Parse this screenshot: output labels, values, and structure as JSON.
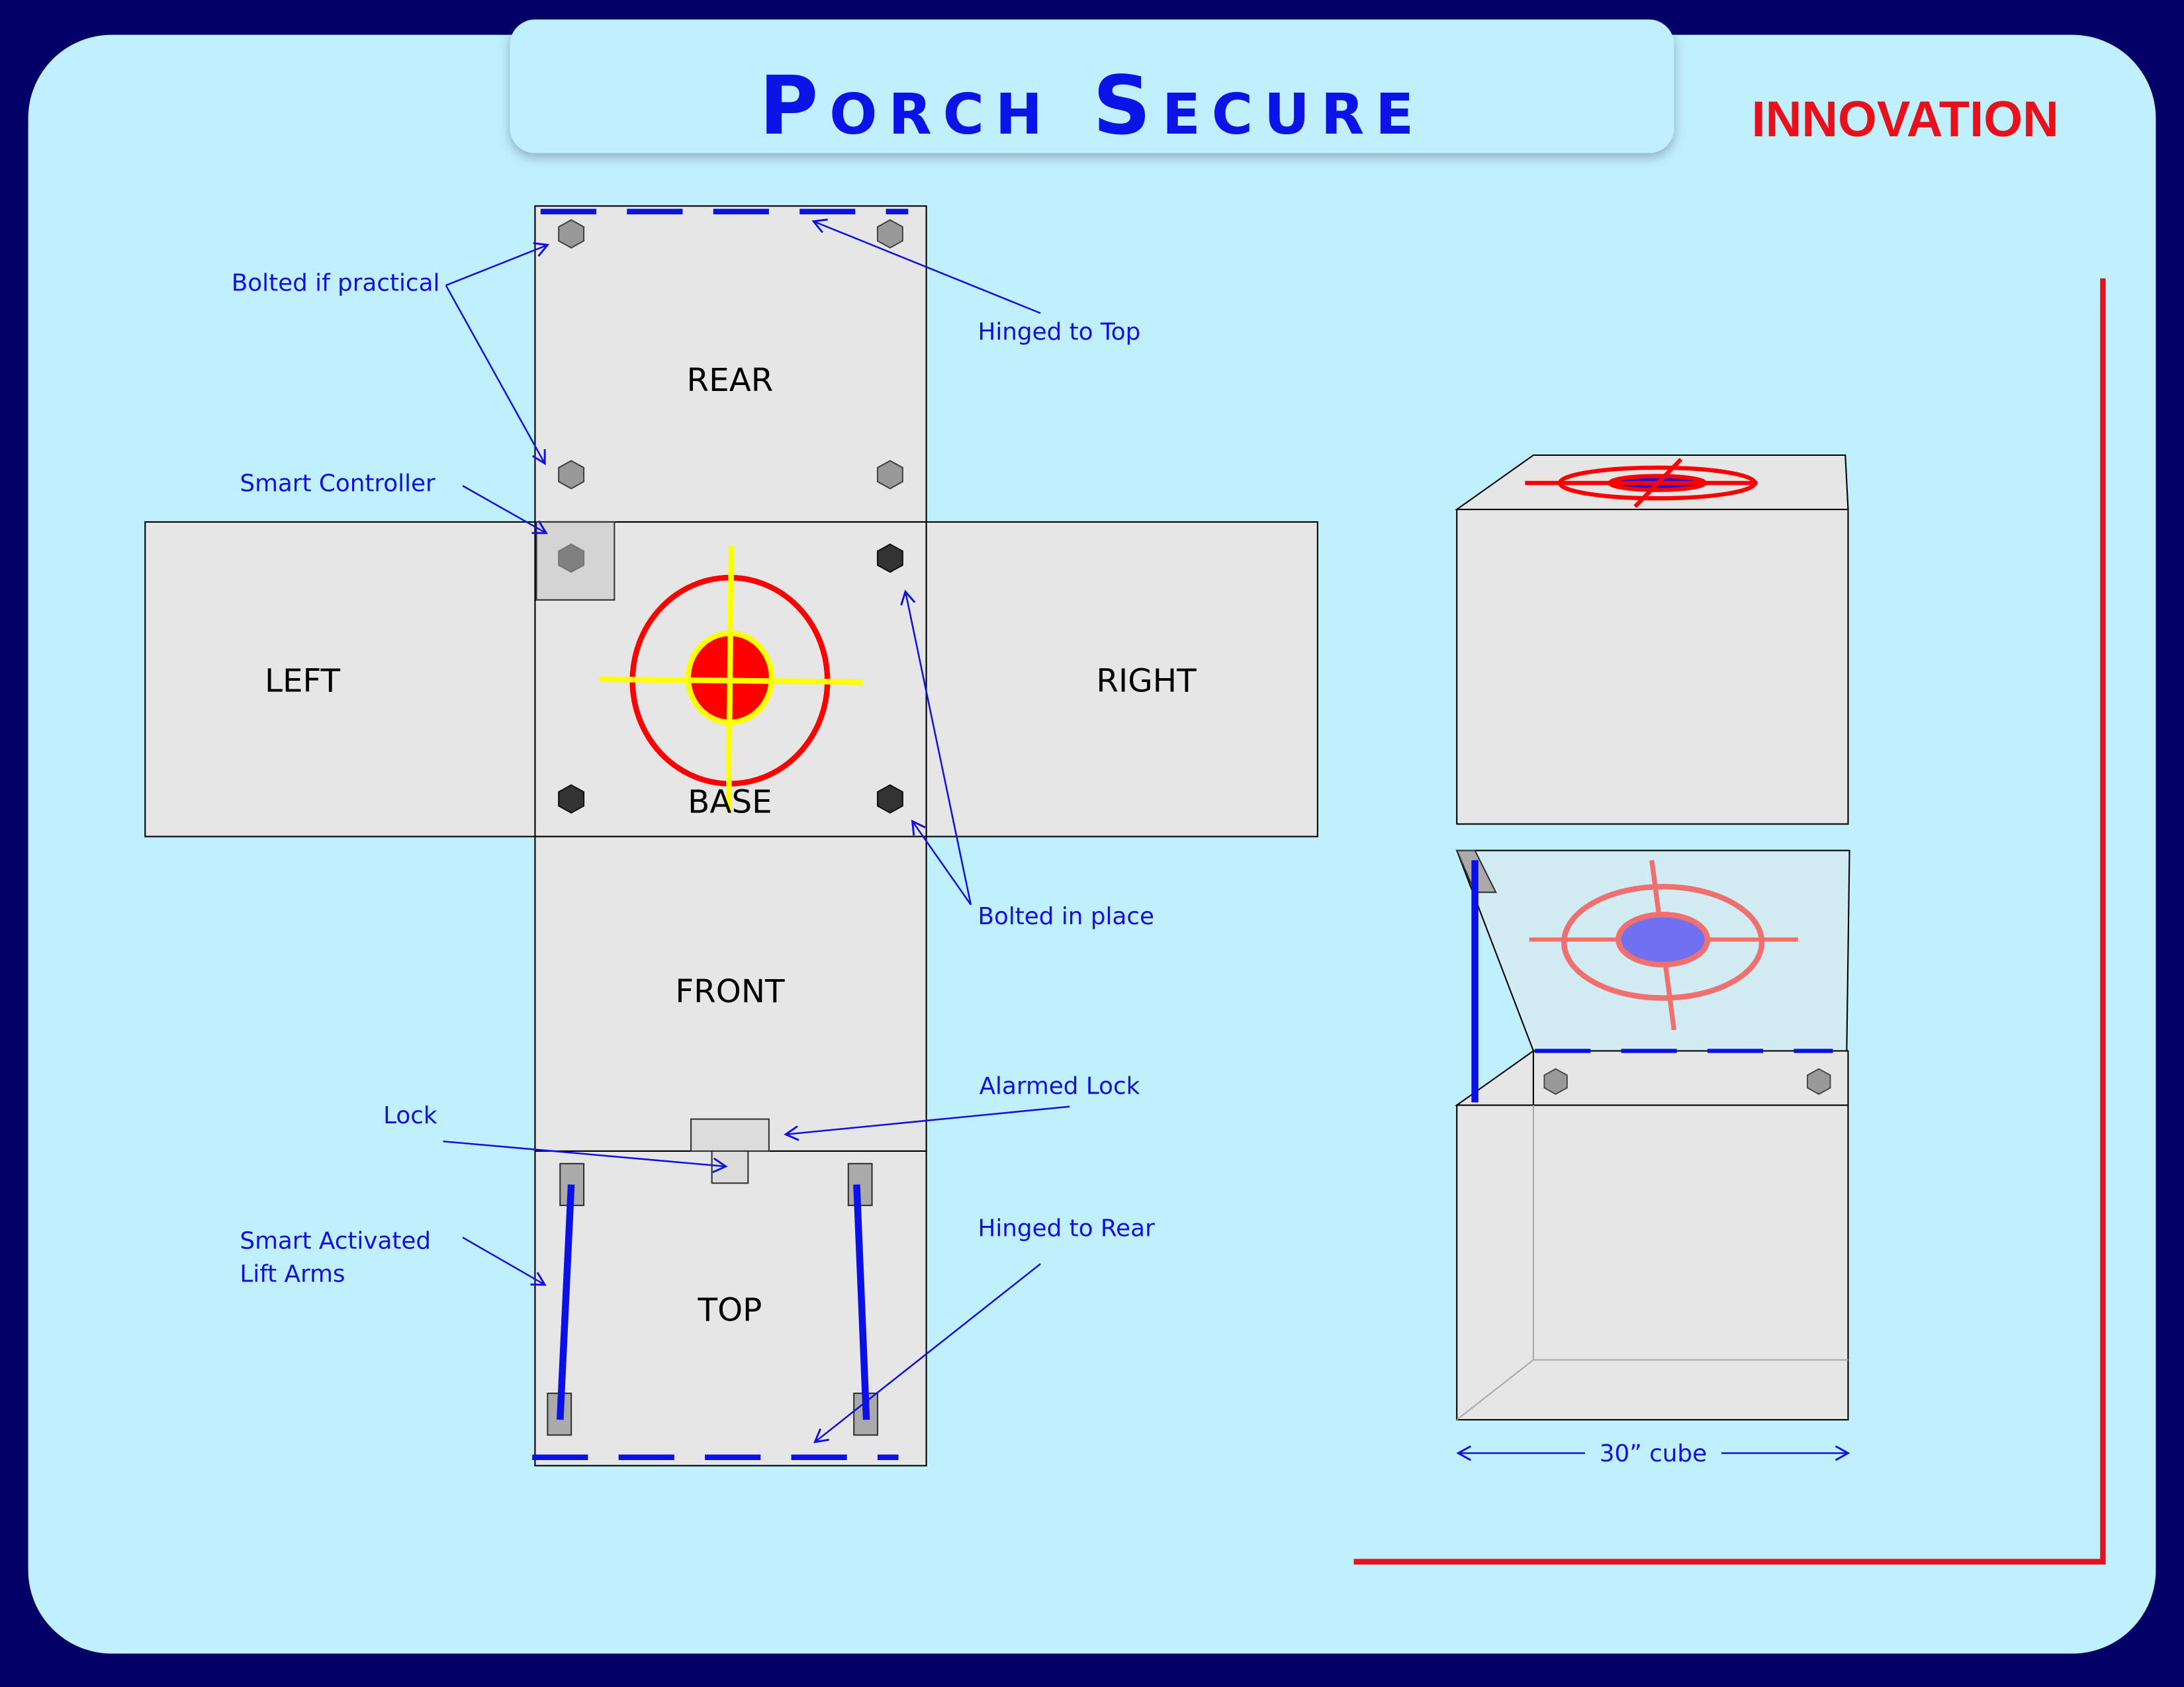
{
  "title": "Porch Secure",
  "badge": "INNOVATION",
  "panels": {
    "rear": "REAR",
    "left": "LEFT",
    "base": "BASE",
    "right": "RIGHT",
    "front": "FRONT",
    "top": "TOP"
  },
  "annotations": {
    "bolted_if_practical": "Bolted if practical",
    "hinged_to_top": "Hinged to Top",
    "smart_controller": "Smart Controller",
    "bolted_in_place": "Bolted in place",
    "alarmed_lock": "Alarmed Lock",
    "lock": "Lock",
    "smart_activated_line1": "Smart Activated",
    "smart_activated_line2": "Lift Arms",
    "hinged_to_rear": "Hinged to Rear"
  },
  "dimension": "30” cube",
  "colors": {
    "background": "#000066",
    "panel": "#c0f0fe",
    "title": "#0a14e6",
    "accent": "#e8101a",
    "annotation": "#1010e0"
  }
}
